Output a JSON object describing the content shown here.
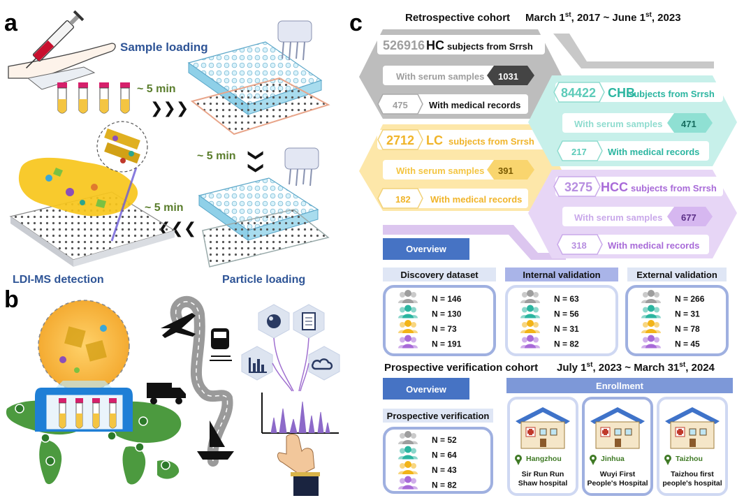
{
  "panels": {
    "a": {
      "label": "a",
      "sample_loading": "Sample loading",
      "time1": "~ 5 min",
      "time2": "~ 5 min",
      "time3": "~ 5 min",
      "ldi": "LDI-MS detection",
      "particle": "Particle loading"
    },
    "b": {
      "label": "b"
    },
    "c": {
      "label": "c"
    }
  },
  "retro": {
    "title": "Retrospective cohort",
    "date_pre": "March 1",
    "date_sup1": "st",
    "date_mid": ", 2017 ~ June 1",
    "date_sup2": "st",
    "date_post": ", 2023"
  },
  "groups": {
    "hc": {
      "count": "526916",
      "name": "HC",
      "from": "subjects from Srrsh",
      "serum_label": "With serum samples",
      "serum": "1031",
      "records": "475",
      "records_label": "With medical records"
    },
    "chb": {
      "count": "84422",
      "name": "CHB",
      "from": "subjects from Srrsh",
      "serum_label": "With serum samples",
      "serum": "471",
      "records": "217",
      "records_label": "With medical records"
    },
    "lc": {
      "count": "2712",
      "name": "LC",
      "from": "subjects from Srrsh",
      "serum_label": "With serum samples",
      "serum": "391",
      "records": "182",
      "records_label": "With medical records"
    },
    "hcc": {
      "count": "3275",
      "name": "HCC",
      "from": "subjects from Srrsh",
      "serum_label": "With serum samples",
      "serum": "677",
      "records": "318",
      "records_label": "With medical records"
    }
  },
  "overview_label": "Overview",
  "datasets": [
    {
      "name": "Discovery dataset",
      "n": [
        "N = 146",
        "N = 130",
        "N = 73",
        "N = 191"
      ]
    },
    {
      "name": "Internal validation",
      "n": [
        "N = 63",
        "N = 56",
        "N = 31",
        "N = 82"
      ]
    },
    {
      "name": "External validation",
      "n": [
        "N = 266",
        "N = 31",
        "N = 78",
        "N = 45"
      ]
    }
  ],
  "pros": {
    "title": "Prospective verification cohort",
    "date_pre": "July 1",
    "date_sup1": "st",
    "date_mid": ", 2023 ~ March 31",
    "date_sup2": "st",
    "date_post": ", 2024",
    "overview_label": "Overview",
    "verification_label": "Prospective verification",
    "n": [
      "N = 52",
      "N = 64",
      "N = 43",
      "N = 82"
    ],
    "enrollment_label": "Enrollment"
  },
  "hospitals": [
    {
      "city": "Hangzhou",
      "line1": "Sir Run Run",
      "line2": "Shaw hospital"
    },
    {
      "city": "Jinhua",
      "line1": "Wuyi First",
      "line2": "People's Hospital"
    },
    {
      "city": "Taizhou",
      "line1": "Taizhou first",
      "line2": "people's hospital"
    }
  ],
  "colors": {
    "hc": "#9e9e9e",
    "chb": "#2bb5a0",
    "lc": "#f2b418",
    "hcc": "#a86ad8",
    "overview_btn": "#4673c4",
    "caption": "#2e5496"
  }
}
